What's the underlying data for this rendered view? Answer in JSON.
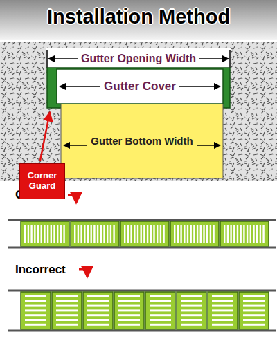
{
  "diagram": {
    "title": "Installation Method",
    "nodes": [
      {
        "text": [
          "Gutter Cover"
        ]
      },
      {
        "text": [
          "Gutter Bottom Width"
        ]
      },
      {
        "text": [
          "Corner Guard"
        ]
      }
    ],
    "labels": [
      "Gutter Opening Width",
      "Correct",
      "Incorrect"
    ]
  }
}
